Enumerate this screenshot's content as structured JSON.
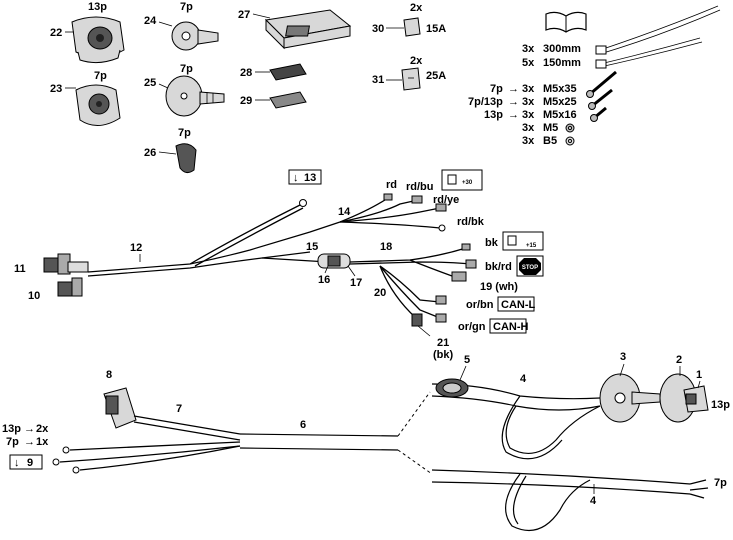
{
  "parts": {
    "p1": "1",
    "p2": "2",
    "p3": "3",
    "p4a": "4",
    "p4b": "4",
    "p5": "5",
    "p6": "6",
    "p7": "7",
    "p8": "8",
    "p10": "10",
    "p11": "11",
    "p12": "12",
    "p14": "14",
    "p15": "15",
    "p16": "16",
    "p17": "17",
    "p18": "18",
    "p19": "19 (wh)",
    "p20": "20",
    "p21": "21",
    "p21sub": "(bk)",
    "p22": "22",
    "p23": "23",
    "p24": "24",
    "p25": "25",
    "p26": "26",
    "p27": "27",
    "p28": "28",
    "p29": "29",
    "p30": "30",
    "p31": "31"
  },
  "pins": {
    "p22": "13p",
    "p23": "7p",
    "p24": "7p",
    "p25": "7p",
    "p26": "7p",
    "p1": "13p",
    "p4b": "7p"
  },
  "fuses": [
    {
      "qty": "2x",
      "rating": "15A"
    },
    {
      "qty": "2x",
      "rating": "25A"
    }
  ],
  "ties": [
    {
      "qty": "3x",
      "size": "300mm"
    },
    {
      "qty": "5x",
      "size": "150mm"
    }
  ],
  "screws": [
    {
      "conn": "7p",
      "qty": "3x",
      "size": "M5x35"
    },
    {
      "conn": "7p/13p",
      "qty": "3x",
      "size": "M5x25"
    },
    {
      "conn": "13p",
      "qty": "3x",
      "size": "M5x16"
    },
    {
      "conn": "",
      "qty": "3x",
      "size": "M5"
    },
    {
      "conn": "",
      "qty": "3x",
      "size": "B5"
    }
  ],
  "arrow": "→",
  "wires": {
    "rd": "rd",
    "rdbu": "rd/bu",
    "rdye": "rd/ye",
    "rdbk": "rd/bk",
    "bk": "bk",
    "bkrd": "bk/rd",
    "orbn": "or/bn",
    "organ": "or/gn",
    "canl": "CAN-L",
    "canh": "CAN-H",
    "stop": "STOP",
    "plus30": "+30",
    "plus15": "+15"
  },
  "ground_boxes": {
    "top": "13",
    "bottom": "9"
  },
  "ground_arrow": "↓",
  "left_notes": [
    {
      "from": "13p",
      "to": "2x"
    },
    {
      "from": "7p",
      "to": "1x"
    }
  ],
  "icons": [
    "book-icon",
    "ground-icon",
    "fuse-icon",
    "stop-icon"
  ]
}
